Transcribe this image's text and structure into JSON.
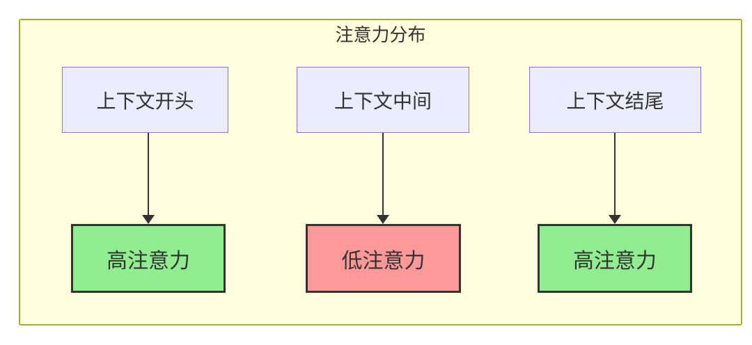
{
  "diagram": {
    "title": "注意力分布",
    "columns": [
      {
        "source": "上下文开头",
        "result": "高注意力",
        "attention_level": "high"
      },
      {
        "source": "上下文中间",
        "result": "低注意力",
        "attention_level": "low"
      },
      {
        "source": "上下文结尾",
        "result": "高注意力",
        "attention_level": "high"
      }
    ],
    "colors": {
      "container_bg": "#ffffde",
      "container_border": "#aaaa33",
      "source_node_bg": "#ececff",
      "source_node_border": "#9370db",
      "high_attention_bg": "#90ee90",
      "low_attention_bg": "#ff9999",
      "result_node_border": "#333333",
      "arrow": "#333333",
      "text": "#333333"
    }
  }
}
